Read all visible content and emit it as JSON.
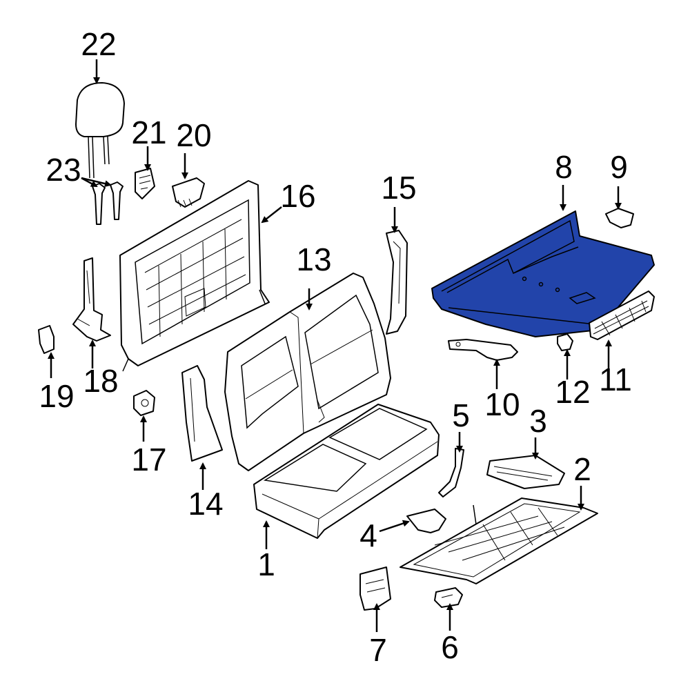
{
  "diagram": {
    "highlight_color": "#2244aa",
    "highlighted_part": "8",
    "callouts": {
      "c1": "1",
      "c2": "2",
      "c3": "3",
      "c4": "4",
      "c5": "5",
      "c6": "6",
      "c7": "7",
      "c8": "8",
      "c9": "9",
      "c10": "10",
      "c11": "11",
      "c12": "12",
      "c13": "13",
      "c14": "14",
      "c15": "15",
      "c16": "16",
      "c17": "17",
      "c18": "18",
      "c19": "19",
      "c20": "20",
      "c21": "21",
      "c22": "22",
      "c23": "23"
    }
  }
}
